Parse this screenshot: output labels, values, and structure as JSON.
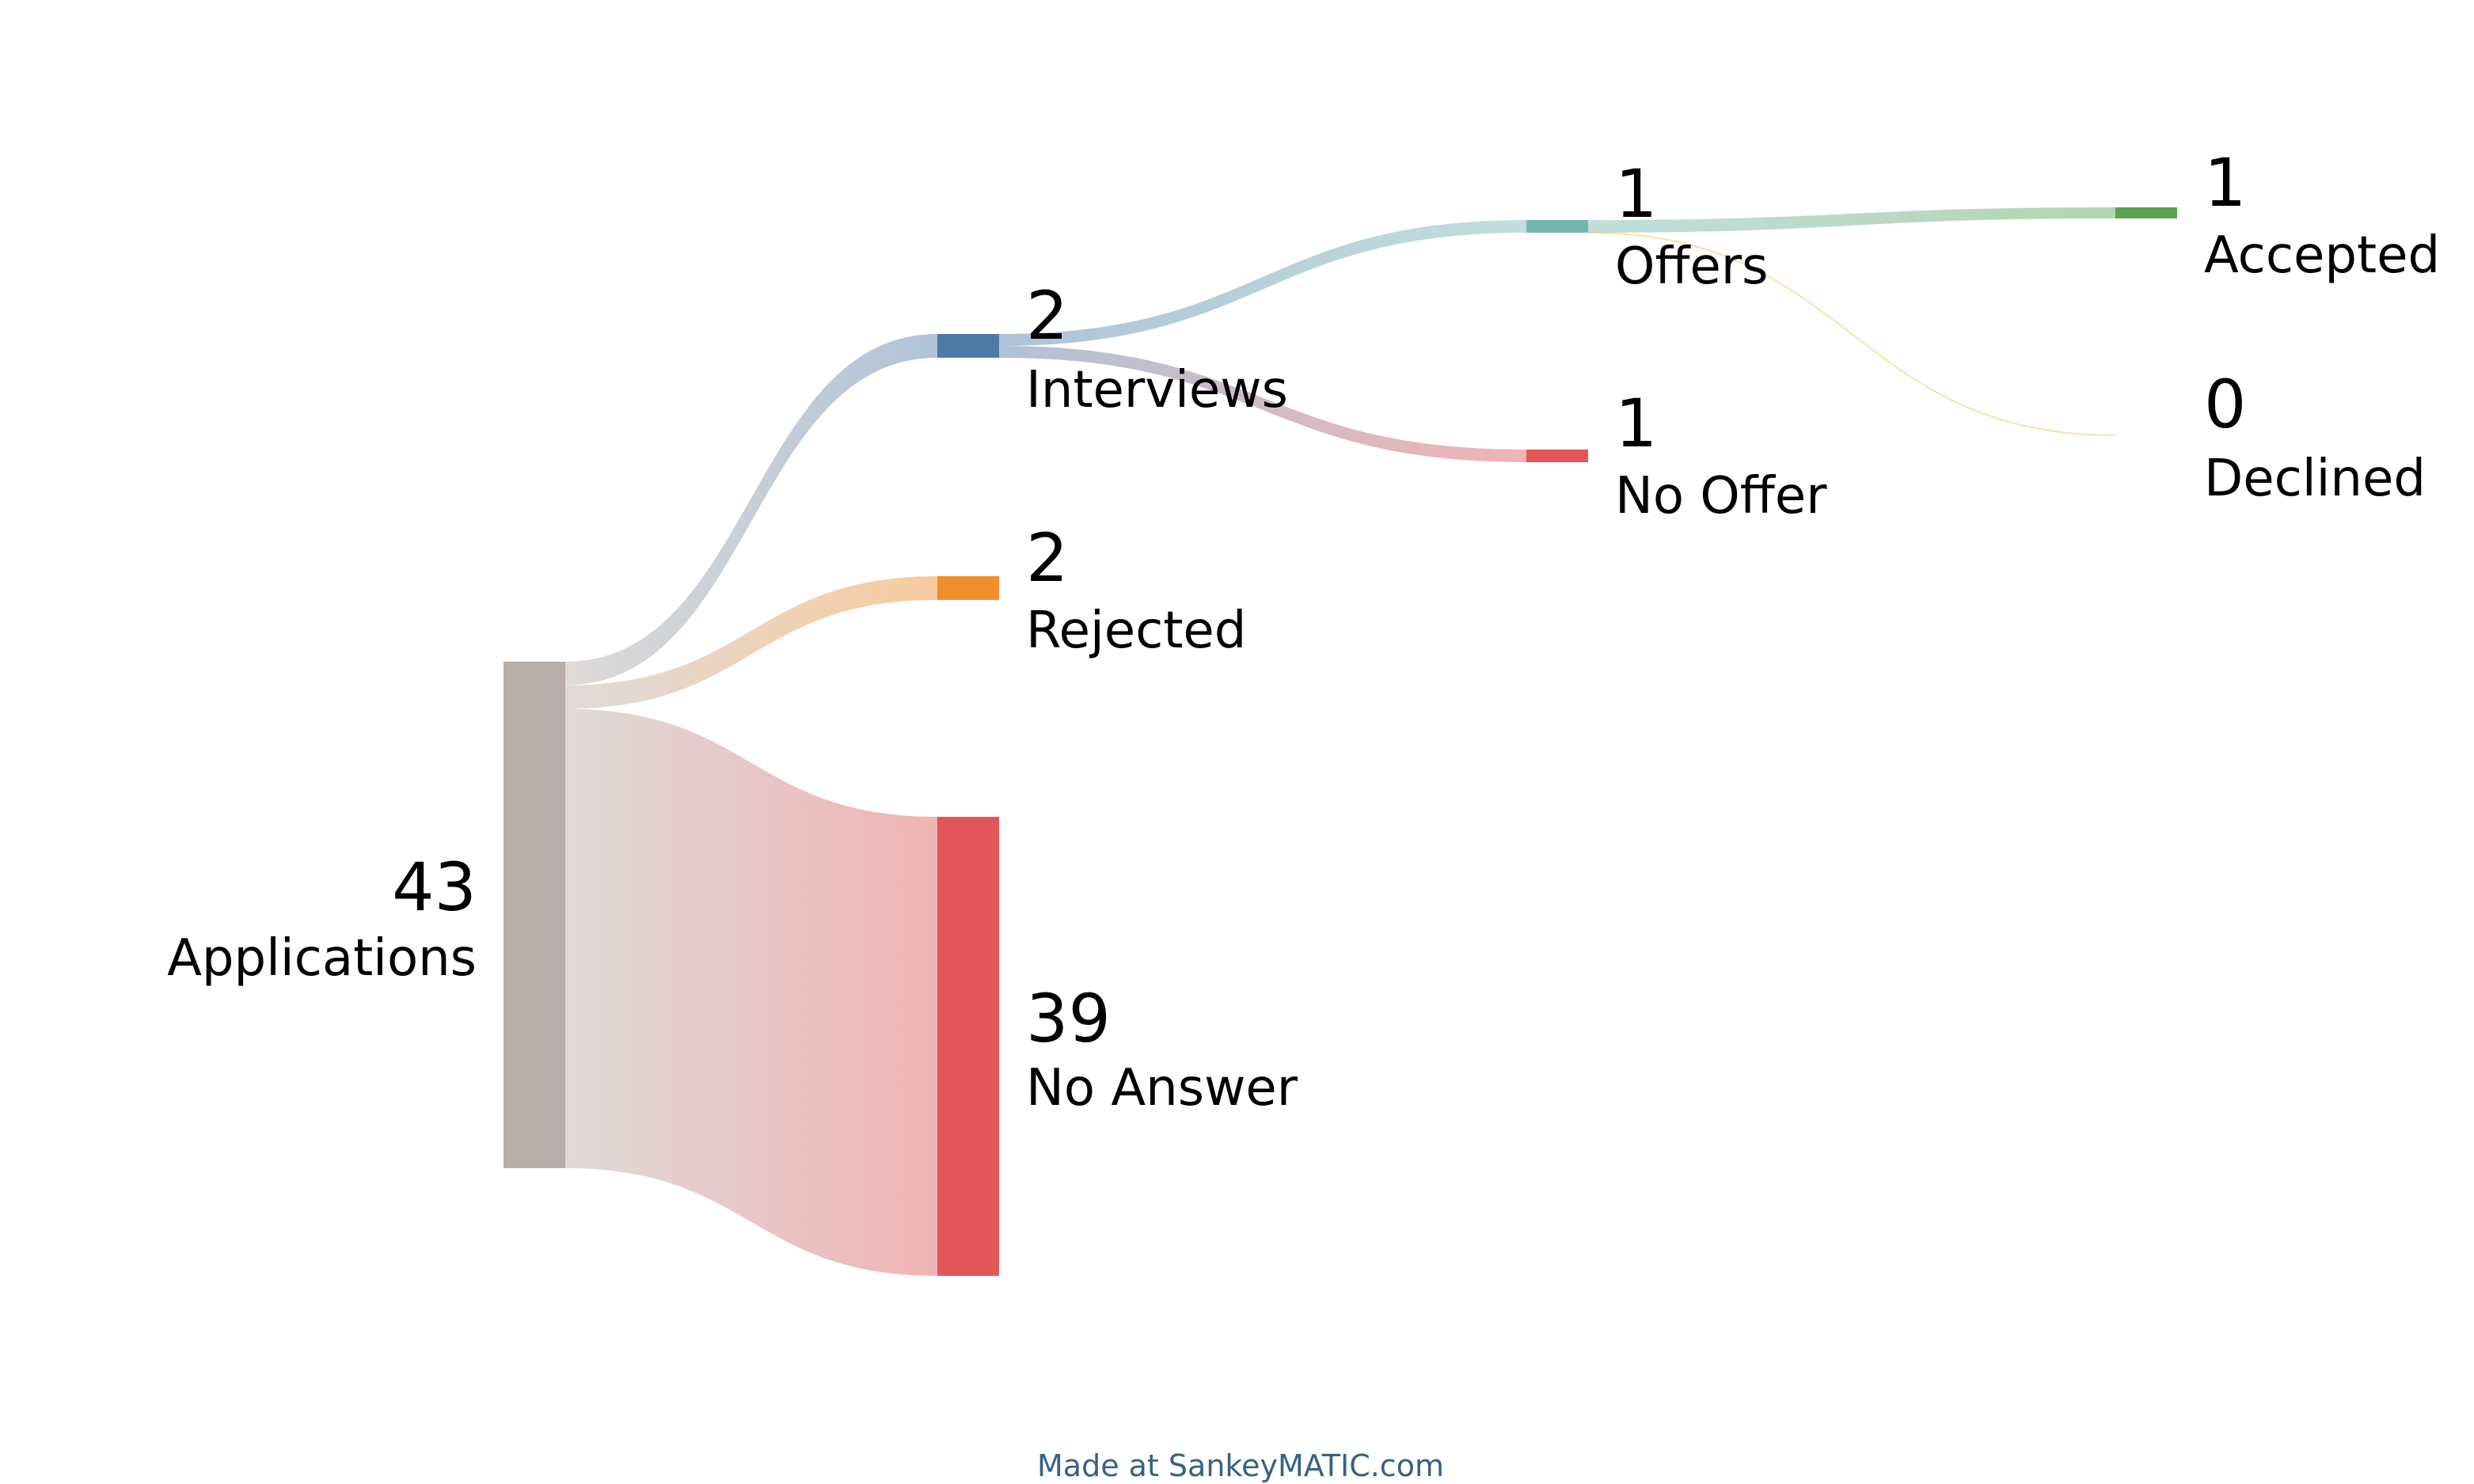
{
  "chart_data": {
    "type": "sankey",
    "nodes": [
      {
        "id": "applications",
        "name": "Applications",
        "value": 43,
        "color": "#b7aea9"
      },
      {
        "id": "interviews",
        "name": "Interviews",
        "value": 2,
        "color": "#4e79a7"
      },
      {
        "id": "rejected",
        "name": "Rejected",
        "value": 2,
        "color": "#f28e2b"
      },
      {
        "id": "no_answer",
        "name": "No Answer",
        "value": 39,
        "color": "#e15759"
      },
      {
        "id": "offers",
        "name": "Offers",
        "value": 1,
        "color": "#76b7b2"
      },
      {
        "id": "no_offer",
        "name": "No Offer",
        "value": 1,
        "color": "#e15759"
      },
      {
        "id": "accepted",
        "name": "Accepted",
        "value": 1,
        "color": "#59a14f"
      },
      {
        "id": "declined",
        "name": "Declined",
        "value": 0,
        "color": "#edc948"
      }
    ],
    "flows": [
      {
        "source": "applications",
        "target": "interviews",
        "value": 2
      },
      {
        "source": "applications",
        "target": "rejected",
        "value": 2
      },
      {
        "source": "applications",
        "target": "no_answer",
        "value": 39
      },
      {
        "source": "interviews",
        "target": "offers",
        "value": 1
      },
      {
        "source": "interviews",
        "target": "no_offer",
        "value": 1
      },
      {
        "source": "offers",
        "target": "accepted",
        "value": 1
      },
      {
        "source": "offers",
        "target": "declined",
        "value": 0
      }
    ]
  },
  "footer": "Made at SankeyMATIC.com"
}
